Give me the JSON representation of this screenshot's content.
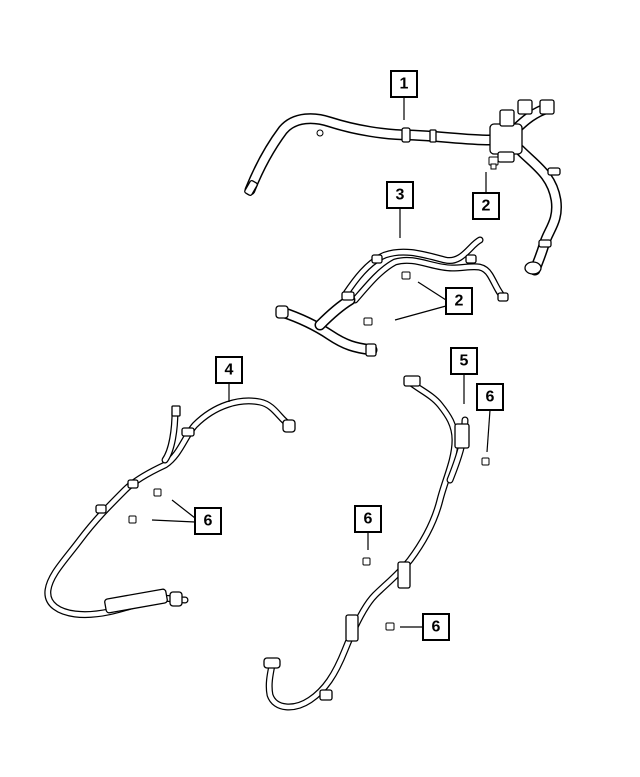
{
  "callouts": [
    {
      "id": "c1a",
      "label": "1"
    },
    {
      "id": "c2a",
      "label": "2"
    },
    {
      "id": "c3a",
      "label": "3"
    },
    {
      "id": "c2b",
      "label": "2"
    },
    {
      "id": "c4a",
      "label": "4"
    },
    {
      "id": "c5a",
      "label": "5"
    },
    {
      "id": "c6a",
      "label": "6"
    },
    {
      "id": "c6b",
      "label": "6"
    },
    {
      "id": "c6c",
      "label": "6"
    },
    {
      "id": "c6d",
      "label": "6"
    }
  ]
}
